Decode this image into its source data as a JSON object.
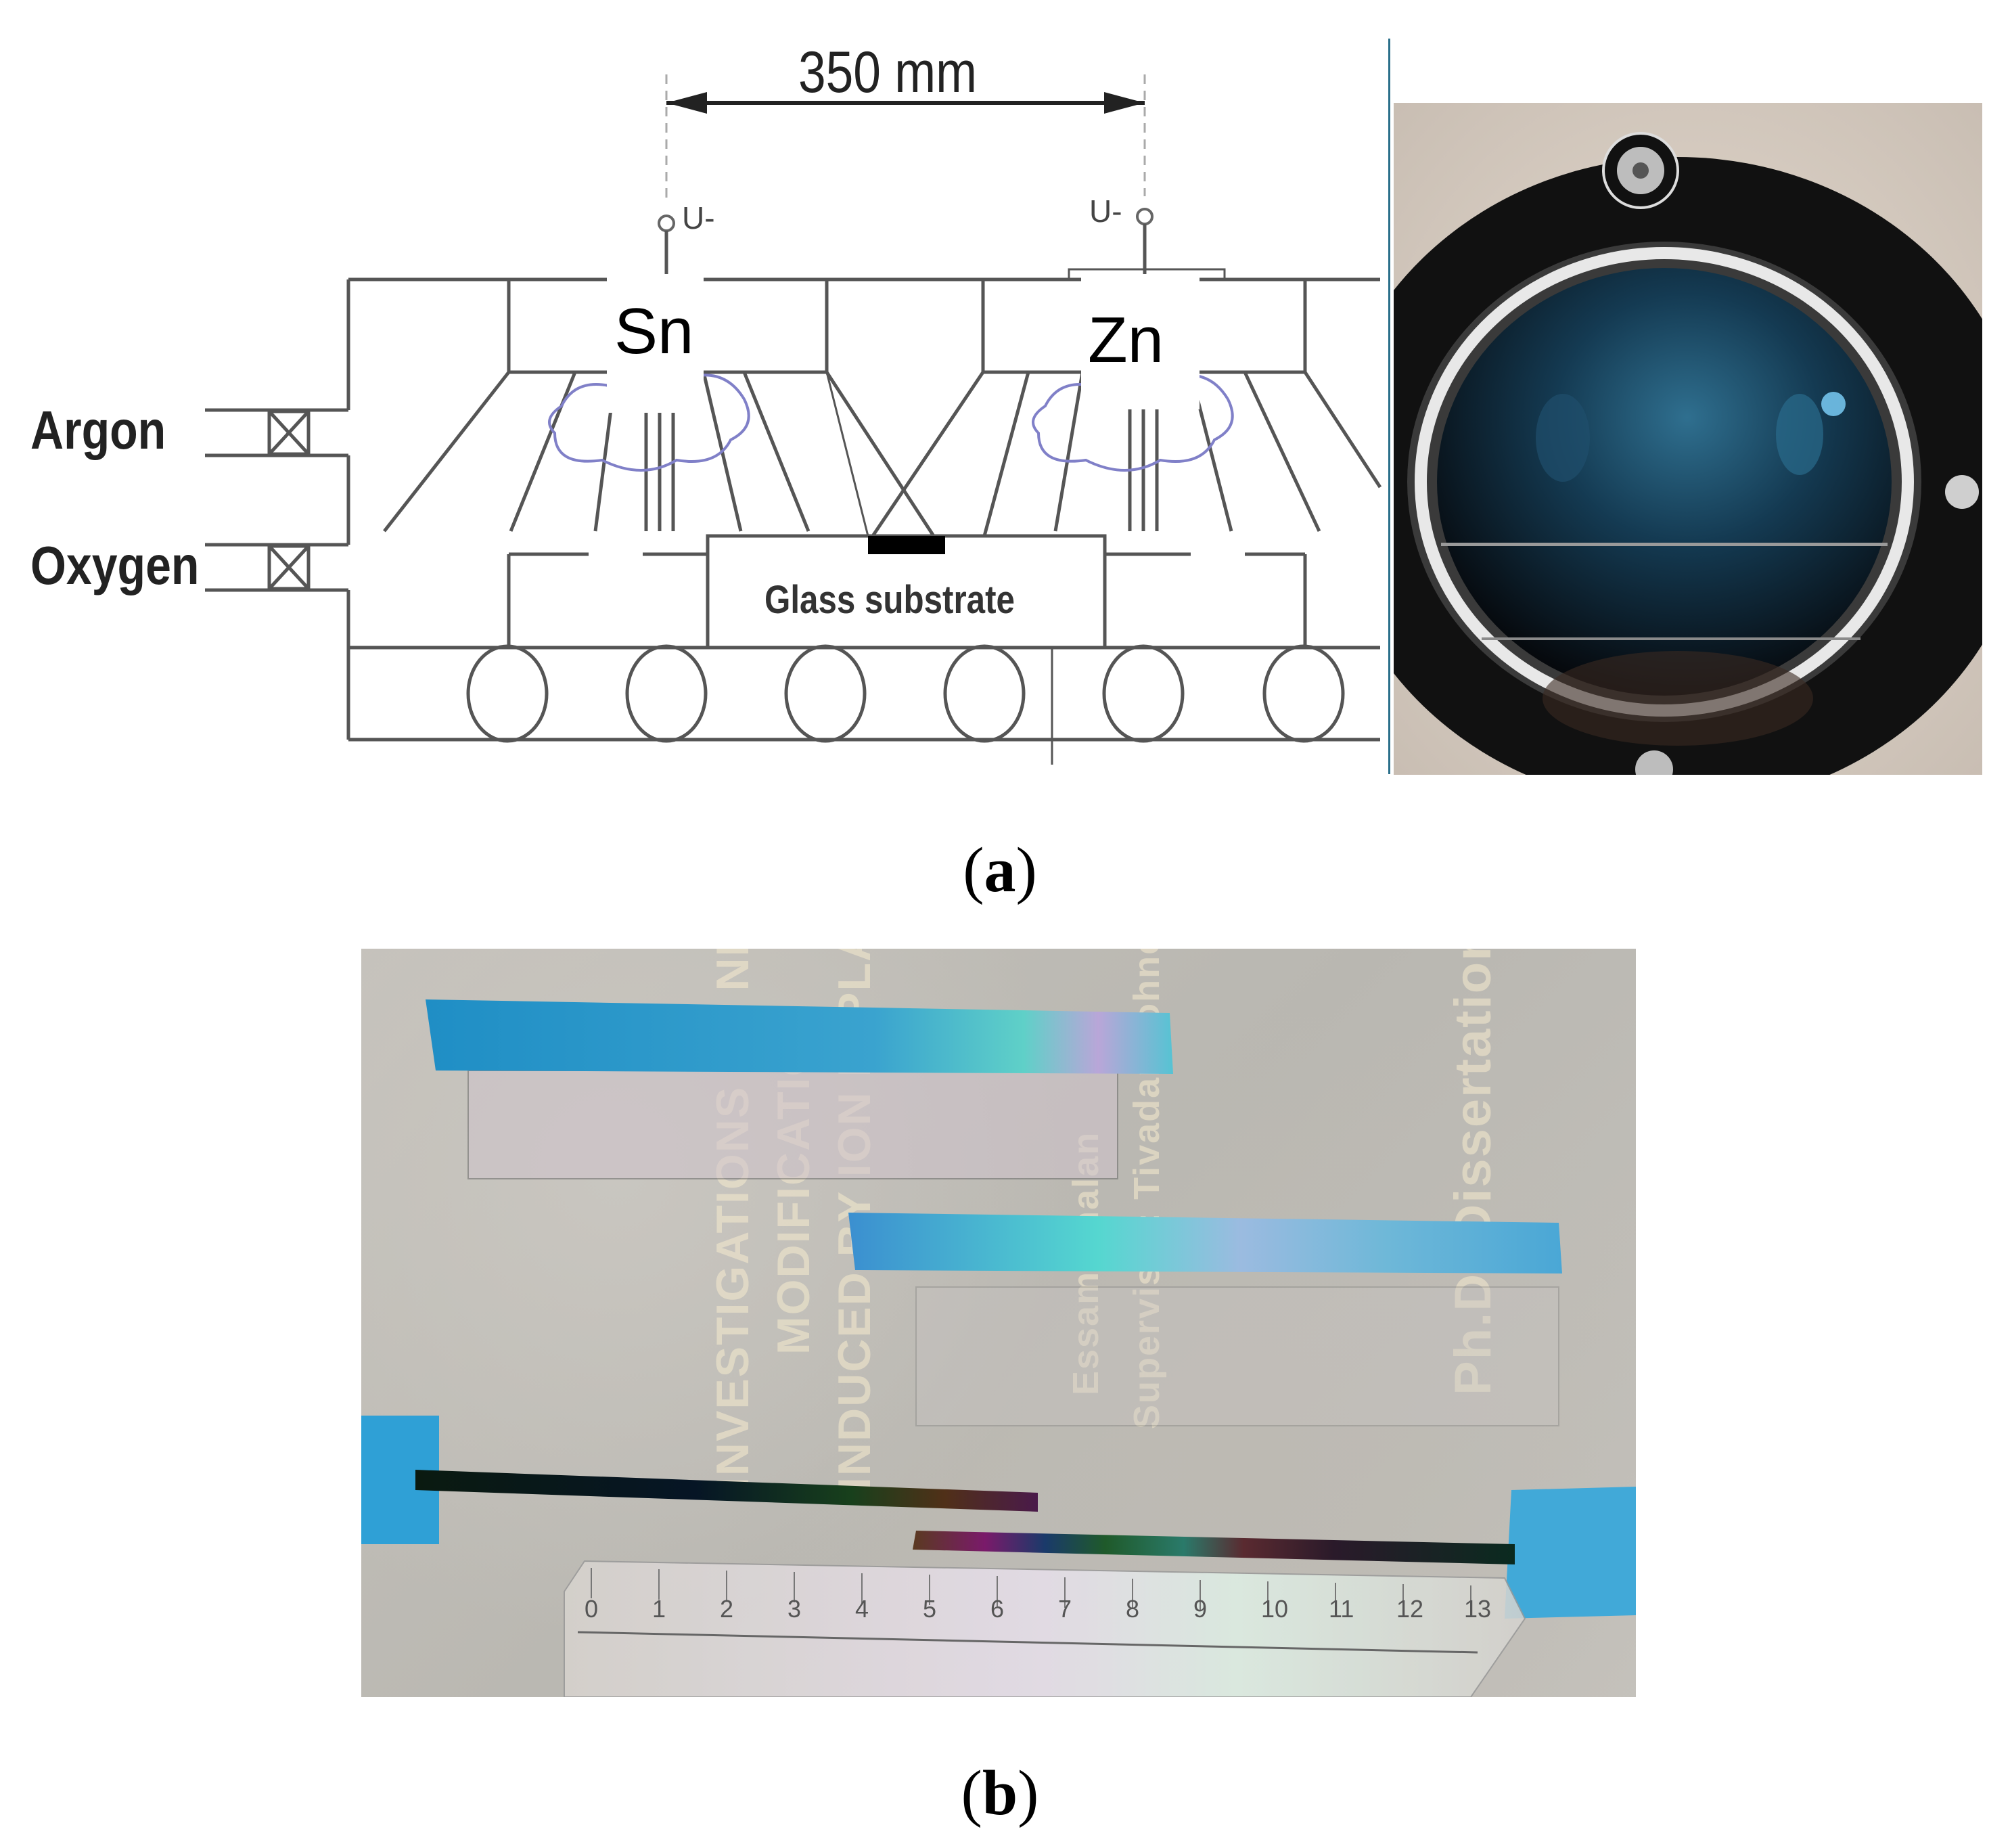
{
  "figure": {
    "panel_a": {
      "caption": "a",
      "diagram": {
        "dimension_label": "350 mm",
        "targets": [
          {
            "material": "Sn",
            "voltage_label": "U-"
          },
          {
            "material": "Zn",
            "voltage_label": "U-"
          }
        ],
        "gas_inlets": [
          "Argon",
          "Oxygen"
        ],
        "substrate_label": "Glass substrate",
        "roller_count": 6,
        "plasma_color": "#8080c8"
      },
      "photo": {
        "description": "Viewport window of sputtering chamber with black flange and bolts"
      }
    },
    "panel_b": {
      "caption": "b",
      "photo": {
        "description": "Coated glass substrates and strips taped with blue tape next to a ruler",
        "ruler_labels": [
          "0",
          "1",
          "2",
          "3",
          "4",
          "5",
          "6",
          "7",
          "8",
          "9",
          "10",
          "11",
          "12",
          "13"
        ],
        "watermark_lines": [
          "INVESTIGATIONS OF NEAR SURFACE",
          "MODIFICATION",
          "INDUCED BY ION IMPLANTATION",
          "Essam Shalan",
          "Supervisor: Tivadar Lohner",
          "Ph.D. Dissertation"
        ],
        "tape_color": "#2f9fd0"
      }
    }
  }
}
